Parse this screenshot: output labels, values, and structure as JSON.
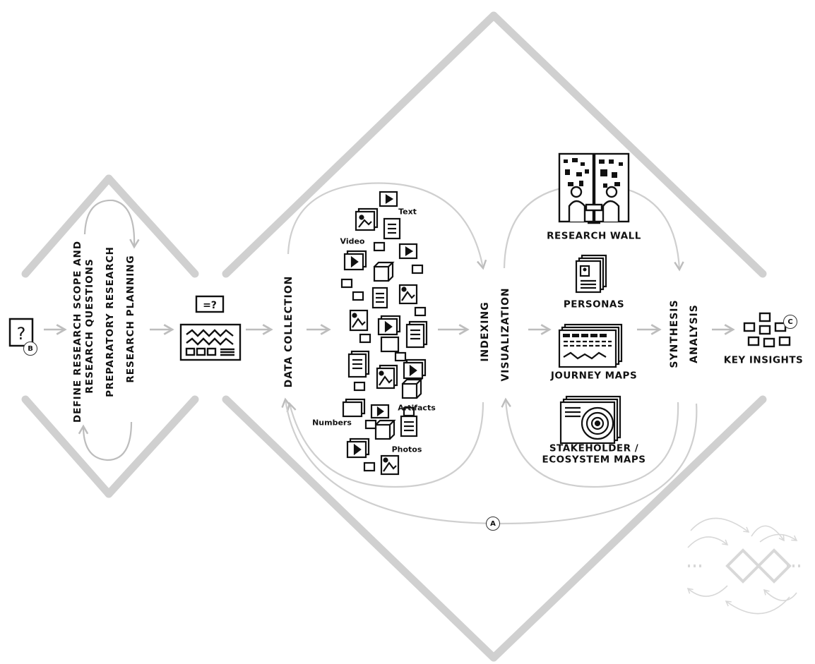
{
  "left_steps": {
    "define": "DEFINE RESEARCH SCOPE AND",
    "questions": "RESEARCH QUESTIONS",
    "preparatory": "PREPARATORY RESEARCH",
    "planning": "RESEARCH PLANNING"
  },
  "stages": {
    "data_collection": "DATA COLLECTION",
    "indexing": "INDEXING",
    "visualization": "VISUALIZATION",
    "synthesis": "SYNTHESIS",
    "analysis": "ANALYSIS"
  },
  "data_types": {
    "text": "Text",
    "video": "Video",
    "artifacts": "Artifacts",
    "numbers": "Numbers",
    "photos": "Photos"
  },
  "outputs": {
    "research_wall": "RESEARCH WALL",
    "personas": "PERSONAS",
    "journey_maps": "JOURNEY MAPS",
    "stakeholder_line1": "STAKEHOLDER /",
    "stakeholder_line2": "ECOSYSTEM MAPS"
  },
  "key_insights": "KEY INSIGHTS",
  "question_mark": "?",
  "brief_icon_text": "=?",
  "badges": {
    "a": "A",
    "b": "B",
    "c": "C"
  },
  "colors": {
    "diamond": "#d0d0d0",
    "arrow": "#bdbdbd",
    "ink": "#111111",
    "mini": "#d8d8d8"
  },
  "icons": [
    "question-card-icon",
    "research-brief-icon",
    "data-cloud-icons",
    "research-wall-icon",
    "personas-icon",
    "journey-map-icon",
    "ecosystem-map-icon",
    "key-insights-icon",
    "mini-double-diamond-icon"
  ]
}
